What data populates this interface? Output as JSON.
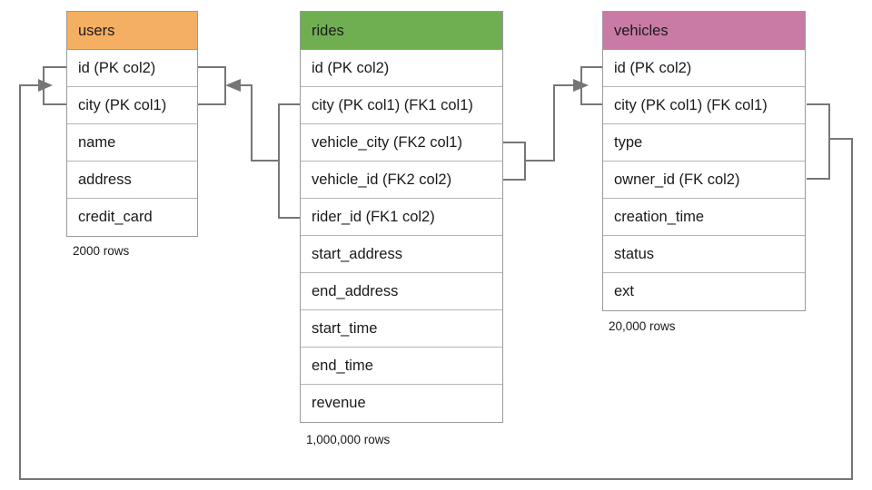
{
  "diagram": {
    "title": "Database schema entity relationship diagram",
    "background": "#ffffff",
    "edge_color": "#767676"
  },
  "tables": [
    {
      "id": "users",
      "name": "users",
      "header_color": "#F5AF62",
      "row_count_label": "2000 rows",
      "columns": [
        "id (PK col2)",
        "city (PK col1)",
        "name",
        "address",
        "credit_card"
      ]
    },
    {
      "id": "rides",
      "name": "rides",
      "header_color": "#6FAF52",
      "row_count_label": "1,000,000 rows",
      "columns": [
        "id (PK col2)",
        "city (PK col1) (FK1 col1)",
        "vehicle_city (FK2 col1)",
        "vehicle_id (FK2 col2)",
        "rider_id (FK1 col2)",
        "start_address",
        "end_address",
        "start_time",
        "end_time",
        "revenue"
      ]
    },
    {
      "id": "vehicles",
      "name": "vehicles",
      "header_color": "#C97BA5",
      "row_count_label": "20,000 rows",
      "columns": [
        "id (PK col2)",
        "city (PK col1) (FK col1)",
        "type",
        "owner_id (FK col2)",
        "creation_time",
        "status",
        "ext"
      ]
    }
  ],
  "relationships": [
    {
      "id": "rides-fk1-users",
      "from_table": "rides",
      "from_columns": [
        "city (PK col1) (FK1 col1)",
        "rider_id (FK1 col2)"
      ],
      "to_table": "users",
      "to_columns": [
        "id (PK col2)",
        "city (PK col1)"
      ],
      "arrow_direction": "left"
    },
    {
      "id": "rides-fk2-vehicles",
      "from_table": "rides",
      "from_columns": [
        "vehicle_city (FK2 col1)",
        "vehicle_id (FK2 col2)"
      ],
      "to_table": "vehicles",
      "to_columns": [
        "id (PK col2)",
        "city (PK col1) (FK col1)"
      ],
      "arrow_direction": "right"
    },
    {
      "id": "vehicles-fk-users",
      "from_table": "vehicles",
      "from_columns": [
        "city (PK col1) (FK col1)",
        "owner_id (FK col2)"
      ],
      "to_table": "users",
      "to_columns": [
        "id (PK col2)",
        "city (PK col1)"
      ],
      "arrow_direction": "right"
    }
  ]
}
